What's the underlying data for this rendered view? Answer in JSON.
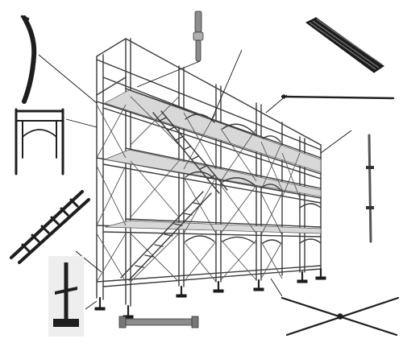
{
  "diagram": {
    "type": "scaffolding-components-diagram",
    "colors": {
      "line": "#3a3a3a",
      "part": "#1e1e1e",
      "background": "#ffffff"
    },
    "components": [
      {
        "id": "guardrail-post",
        "icon": "curved-bar-icon"
      },
      {
        "id": "coupling-pin",
        "icon": "pin-icon"
      },
      {
        "id": "steel-plank",
        "icon": "plank-icon"
      },
      {
        "id": "walk-thru-frame",
        "icon": "frame-icon"
      },
      {
        "id": "guardrail-rod",
        "icon": "rod-icon"
      },
      {
        "id": "side-bracket-post",
        "icon": "post-icon"
      },
      {
        "id": "stair-unit",
        "icon": "ladder-icon"
      },
      {
        "id": "screw-jack",
        "icon": "jack-icon"
      },
      {
        "id": "base-plate-bar",
        "icon": "bar-icon"
      },
      {
        "id": "cross-brace",
        "icon": "cross-brace-icon"
      }
    ]
  }
}
